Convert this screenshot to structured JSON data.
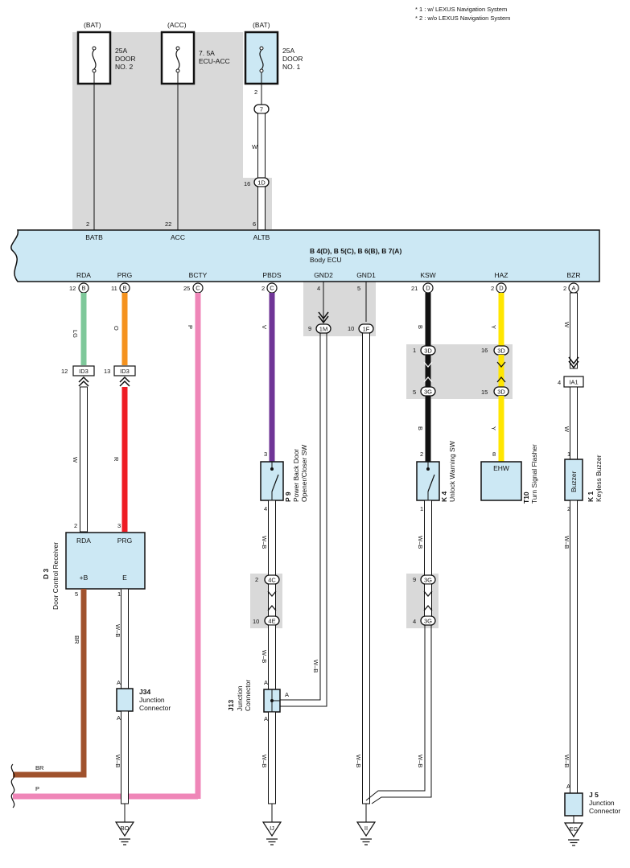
{
  "notes": [
    "* 1 : w/ LEXUS Navigation System",
    "* 2 : w/o LEXUS Navigation System"
  ],
  "fuses": [
    {
      "source": "(BAT)",
      "rating": "25A",
      "name1": "DOOR",
      "name2": "NO. 2"
    },
    {
      "source": "(ACC)",
      "rating": "7. 5A",
      "name1": "ECU-ACC",
      "name2": ""
    },
    {
      "source": "(BAT)",
      "rating": "25A",
      "name1": "DOOR",
      "name2": "NO. 1"
    }
  ],
  "ecu": {
    "ref": "B 4(D), B 5(C), B 6(B), B 7(A)",
    "name": "Body ECU",
    "top_pins": [
      {
        "label": "BATB",
        "pin": "2"
      },
      {
        "label": "ACC",
        "pin": "22"
      },
      {
        "label": "ALTB",
        "pin": "6"
      }
    ],
    "bottom_pins": [
      {
        "label": "RDA",
        "pin": "12",
        "conn": "B"
      },
      {
        "label": "PRG",
        "pin": "11",
        "conn": "B"
      },
      {
        "label": "BCTY",
        "pin": "25",
        "conn": "C"
      },
      {
        "label": "PBDS",
        "pin": "2",
        "conn": "C"
      },
      {
        "label": "GND2",
        "pin": "4",
        "conn": ""
      },
      {
        "label": "GND1",
        "pin": "5",
        "conn": ""
      },
      {
        "label": "KSW",
        "pin": "21",
        "conn": "D"
      },
      {
        "label": "HAZ",
        "pin": "2",
        "conn": "D"
      },
      {
        "label": "BZR",
        "pin": "2",
        "conn": "A"
      }
    ]
  },
  "splices": {
    "s7": {
      "pin": "2",
      "id": "7"
    },
    "s1d": {
      "pin": "16",
      "id": "1D"
    },
    "s1m": {
      "pin": "9",
      "id": "1M"
    },
    "s1f": {
      "pin": "10",
      "id": "1F"
    },
    "s3d_a": {
      "pin": "1",
      "id": "3D"
    },
    "s3g_a": {
      "pin": "5",
      "id": "3G"
    },
    "s3d_b": {
      "pin": "16",
      "id": "3D"
    },
    "s3d_c": {
      "pin": "15",
      "id": "3D"
    },
    "s4c": {
      "pin": "2",
      "id": "4C"
    },
    "s4e": {
      "pin": "10",
      "id": "4E"
    },
    "s3g_b": {
      "pin": "9",
      "id": "3G"
    },
    "s3g_c": {
      "pin": "4",
      "id": "3G"
    }
  },
  "inline": [
    {
      "pin": "12",
      "id": "ID3"
    },
    {
      "pin": "13",
      "id": "ID3"
    },
    {
      "pin": "4",
      "id": "IA1"
    }
  ],
  "wire_colors": {
    "alt": "W",
    "rda": "LG",
    "prg": "O",
    "bcty": "P",
    "pbds": "V",
    "ksw": "B",
    "haz": "Y",
    "bzr": "W",
    "rda2": "W",
    "prg2": "R",
    "ksw2": "B",
    "haz2": "Y",
    "bzr2": "W",
    "gnd2": "W–B",
    "d3_b": "BR",
    "d3_e": "W–B",
    "j34_out": "W–B",
    "p9_out": "W–B",
    "p9_out2": "W–B",
    "j13_out": "W–B",
    "gnd1": "W–B",
    "k4_out": "W–B",
    "k4_out2": "W–B",
    "k1_out": "W–B",
    "k1_out2": "W–B",
    "br_left": "BR",
    "p_left": "P"
  },
  "colors": {
    "blue_fill": "#cce8f4",
    "gray_bg": "#d9d9d9",
    "LG": "#7ec89a",
    "O": "#f5921e",
    "R": "#ee1c24",
    "P": "#ef86b8",
    "V": "#6f3596",
    "B": "#111111",
    "Y": "#ffe600",
    "BR": "#a0522d",
    "W": "#ffffff"
  },
  "components": {
    "d3": {
      "ref": "D 3",
      "name": "Door Control Receiver",
      "rda": "RDA",
      "prg": "PRG",
      "b": "+B",
      "e": "E",
      "pin_rda": "2",
      "pin_prg": "3",
      "pin_b": "5",
      "pin_e": "1"
    },
    "p9": {
      "ref": "P 9",
      "name1": "Power Back Door",
      "name2": "Opener/Closer SW",
      "pin_top": "3",
      "pin_bot": "4"
    },
    "k4": {
      "ref": "K 4",
      "name": "Unlock Warning SW",
      "pin_top": "2",
      "pin_bot": "1"
    },
    "t10": {
      "ref": "T10",
      "name": "Turn Signal Flasher",
      "label": "EHW",
      "pin_top": "8"
    },
    "k1": {
      "ref": "K 1",
      "name": "Keyless Buzzer",
      "label": "Buzzer",
      "pin_top": "1",
      "pin_bot": "2"
    },
    "j34": {
      "ref": "J34",
      "name1": "Junction",
      "name2": "Connector",
      "pin_a1": "A",
      "pin_a2": "A"
    },
    "j13": {
      "ref": "J13",
      "name1": "Junction",
      "name2": "Connector",
      "pin_a1": "A",
      "pin_a2": "A",
      "pin_a3": "A"
    },
    "j5": {
      "ref": "J 5",
      "name1": "Junction",
      "name2": "Connector",
      "pin_a": "A"
    }
  },
  "grounds": [
    "BO",
    "IJ",
    "II",
    "EG"
  ]
}
